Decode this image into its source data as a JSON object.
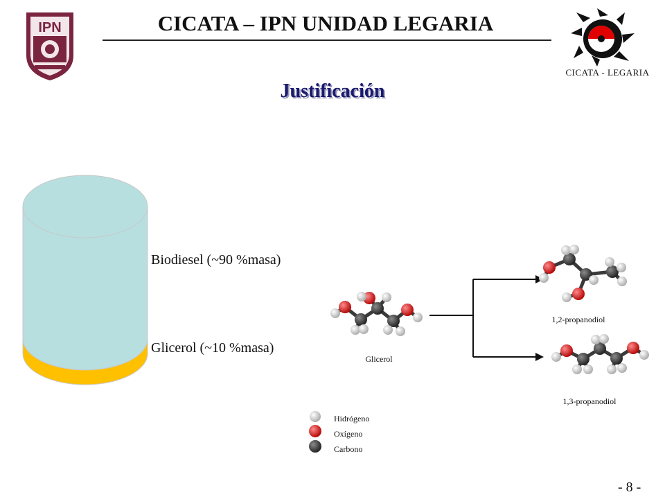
{
  "header": {
    "title": "CICATA – IPN UNIDAD LEGARIA",
    "ipn_logo_text": "IPN",
    "cicata_caption": "CICATA - LEGARIA"
  },
  "slide": {
    "title": "Justificación",
    "page_number": "- 8 -"
  },
  "tank": {
    "biodiesel_label": "Biodiesel (~90 %masa)",
    "glycerol_label": "Glicerol (~10 %masa)",
    "biodiesel_fraction": 0.9,
    "glycerol_fraction": 0.1,
    "biodiesel_color": "#b7dfe0",
    "glycerol_color": "#ffc000"
  },
  "reaction": {
    "reactant": "Glicerol",
    "products": [
      "1,2-propanodiol",
      "1,3-propanodiol"
    ]
  },
  "legend": {
    "hydrogen": "Hidrógeno",
    "oxygen": "Oxígeno",
    "carbon": "Carbono"
  },
  "colors": {
    "hydrogen": "#e4e4e4",
    "oxygen": "#e00000",
    "carbon": "#404040",
    "ipn_maroon": "#7b2440",
    "title_navy": "#1a1a6e"
  }
}
